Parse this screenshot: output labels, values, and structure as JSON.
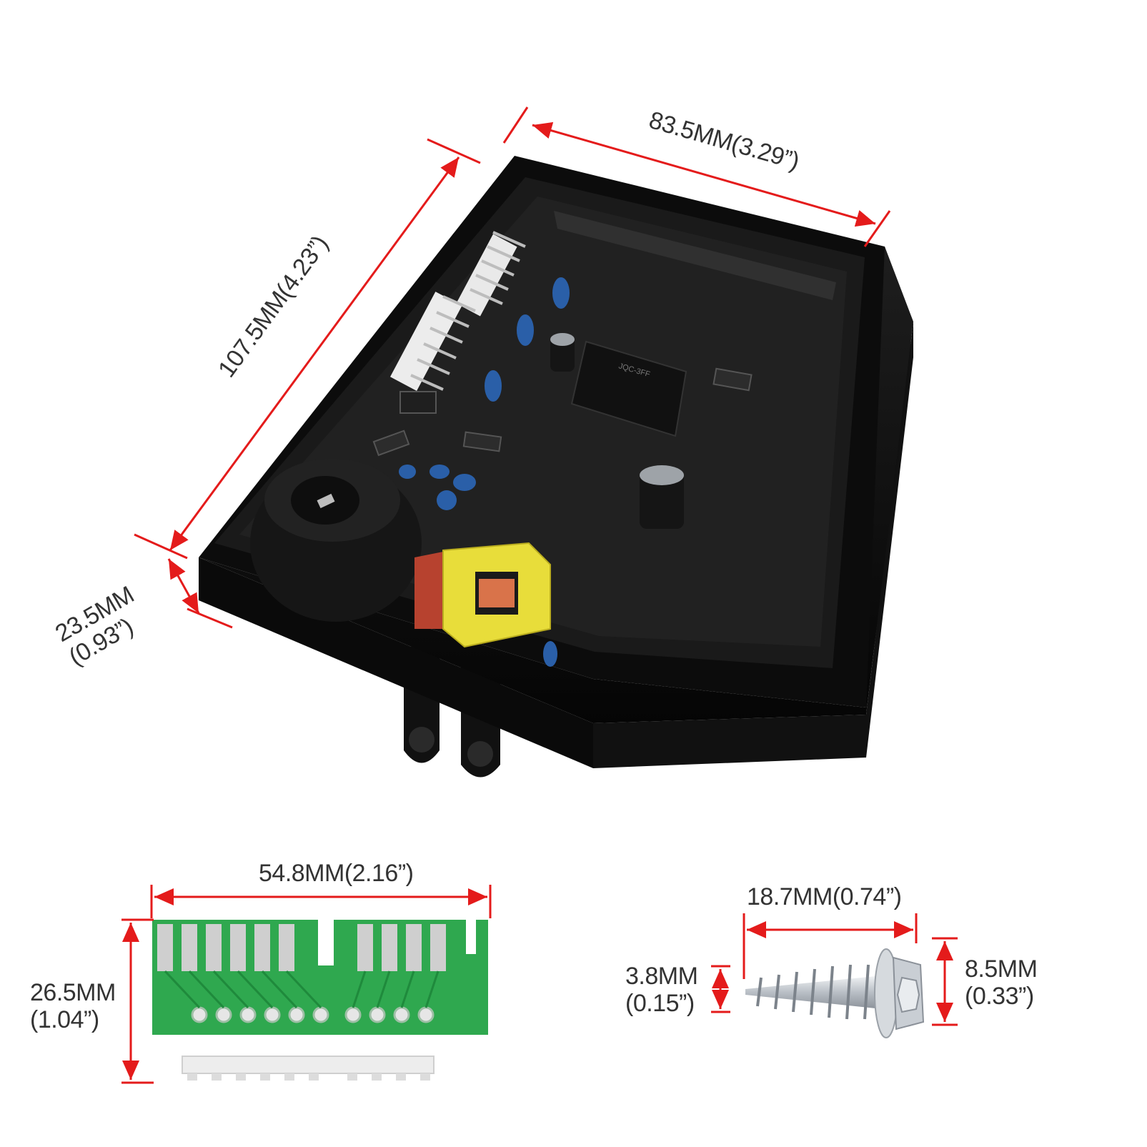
{
  "dimensions": {
    "width": "83.5MM(3.29”)",
    "length": "107.5MM(4.23”)",
    "height": "23.5MM",
    "height_in": "(0.93”)",
    "connector_width": "54.8MM(2.16”)",
    "connector_height": "26.5MM",
    "connector_height_in": "(1.04”)",
    "screw_length": "18.7MM(0.74”)",
    "screw_shank": "3.8MM",
    "screw_shank_in": "(0.15”)",
    "screw_head": "8.5MM",
    "screw_head_in": "(0.33”)"
  },
  "colors": {
    "dimension_line": "#e41b1b",
    "housing": "#141414",
    "pcb": "#2fa84f",
    "contact_pad": "#cfcfcf",
    "transformer": "#e8dd3a",
    "capacitor": "#2a5fa8",
    "screw": "#c9ced4"
  }
}
